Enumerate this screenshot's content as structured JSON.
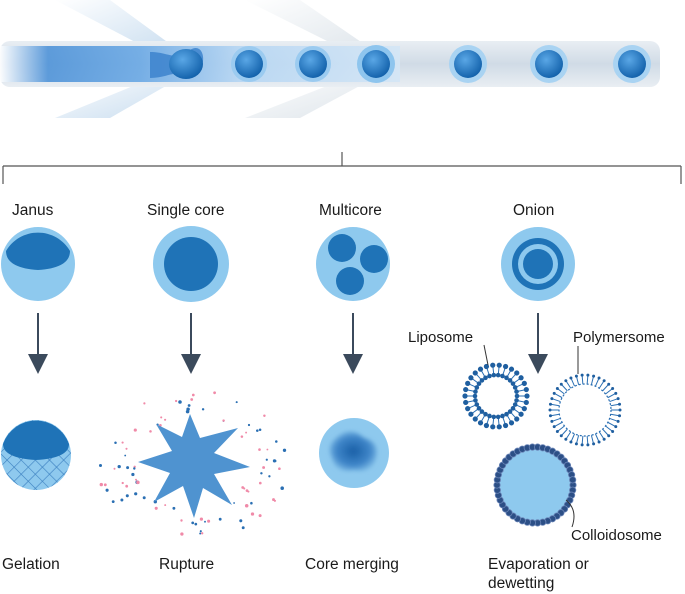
{
  "outcomes": {
    "janus": "Janus",
    "single_core": "Single core",
    "multicore": "Multicore",
    "onion": "Onion"
  },
  "results": {
    "gelation": "Gelation",
    "rupture": "Rupture",
    "core_merging": "Core merging",
    "evaporation": "Evaporation or dewetting"
  },
  "vesicles": {
    "liposome": "Liposome",
    "polymersome": "Polymersome",
    "colloidosome": "Colloidosome"
  },
  "colors": {
    "shell": "#8ec9ee",
    "core": "#1f73b7",
    "arrow": "#3b4a5c",
    "bracket": "#555555",
    "dot_pink": "#f08aa8",
    "dot_blue": "#2a6fb3"
  }
}
